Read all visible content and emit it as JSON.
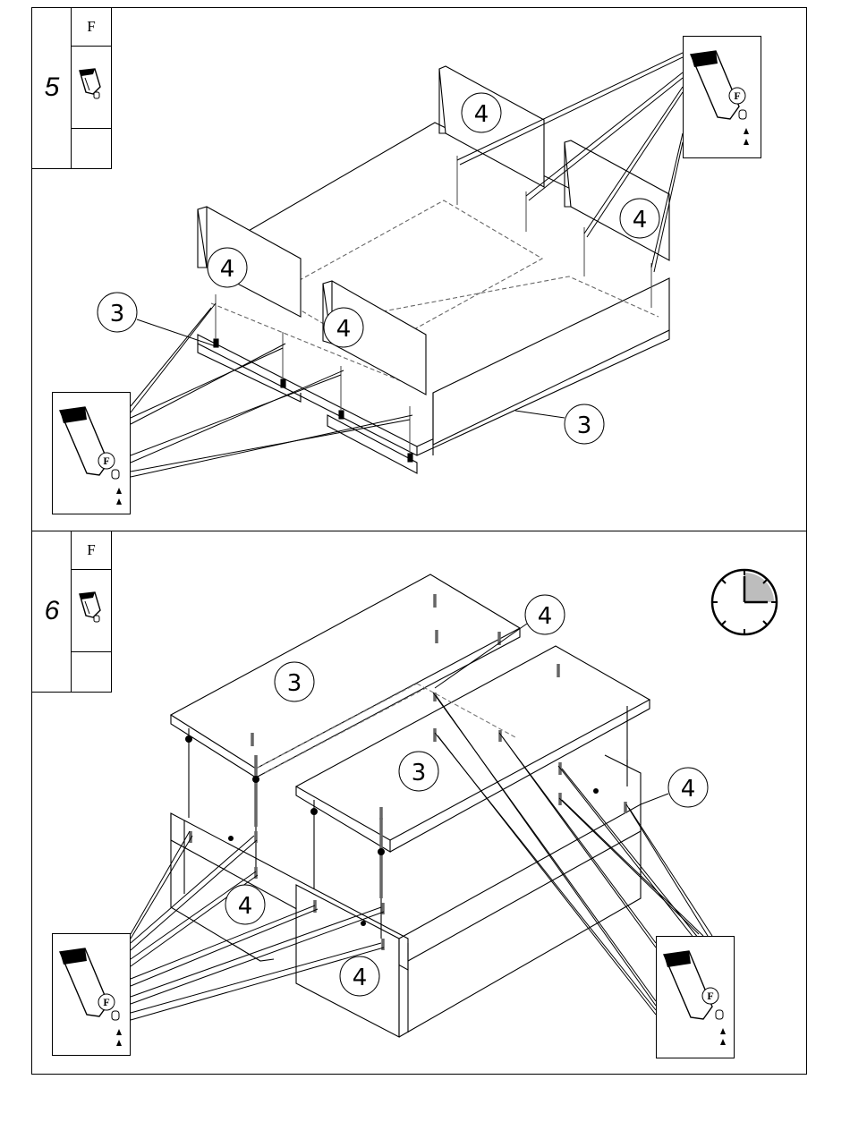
{
  "steps": [
    {
      "number": "5",
      "fastener_code": "F",
      "part_callouts": [
        "4",
        "4",
        "4",
        "4",
        "3",
        "3"
      ],
      "glue_bottle_label": "F"
    },
    {
      "number": "6",
      "fastener_code": "F",
      "part_callouts": [
        "3",
        "3",
        "4",
        "4",
        "4",
        "4"
      ],
      "glue_bottle_label": "F"
    }
  ],
  "icons": {
    "glue_bottle": "glue-bottle-icon",
    "clock": "clock-icon",
    "dowel": "dowel-icon"
  },
  "colors": {
    "line": "#000000",
    "dashed": "#666666",
    "panel": "#ffffff",
    "clock_fill": "#bdbdbd"
  }
}
